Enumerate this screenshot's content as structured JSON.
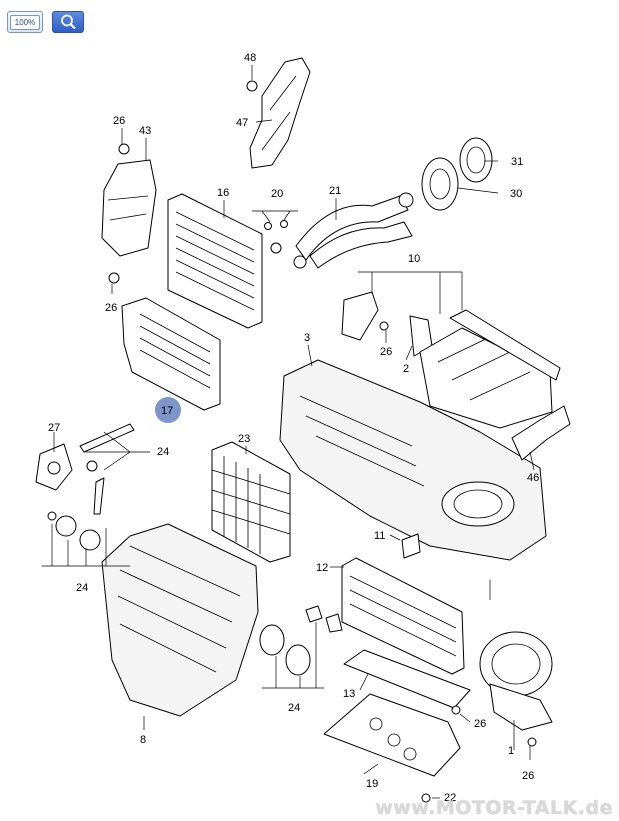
{
  "toolbar": {
    "zoom_label": "100%",
    "search_icon": "magnifier-icon"
  },
  "callouts": {
    "c1": "1",
    "c2": "2",
    "c3": "3",
    "c8": "8",
    "c10": "10",
    "c11": "11",
    "c12": "12",
    "c13": "13",
    "c16": "16",
    "c17": "17",
    "c19": "19",
    "c20": "20",
    "c21": "21",
    "c22": "22",
    "c23": "23",
    "c24a": "24",
    "c24b": "24",
    "c24c": "24",
    "c26a": "26",
    "c26b": "26",
    "c26c": "26",
    "c26d": "26",
    "c26e": "26",
    "c27": "27",
    "c30": "30",
    "c31": "31",
    "c43": "43",
    "c46": "46",
    "c47": "47",
    "c48": "48"
  },
  "highlight_color": "#7d96c9",
  "watermark": "www.MOTOR-TALK.de"
}
